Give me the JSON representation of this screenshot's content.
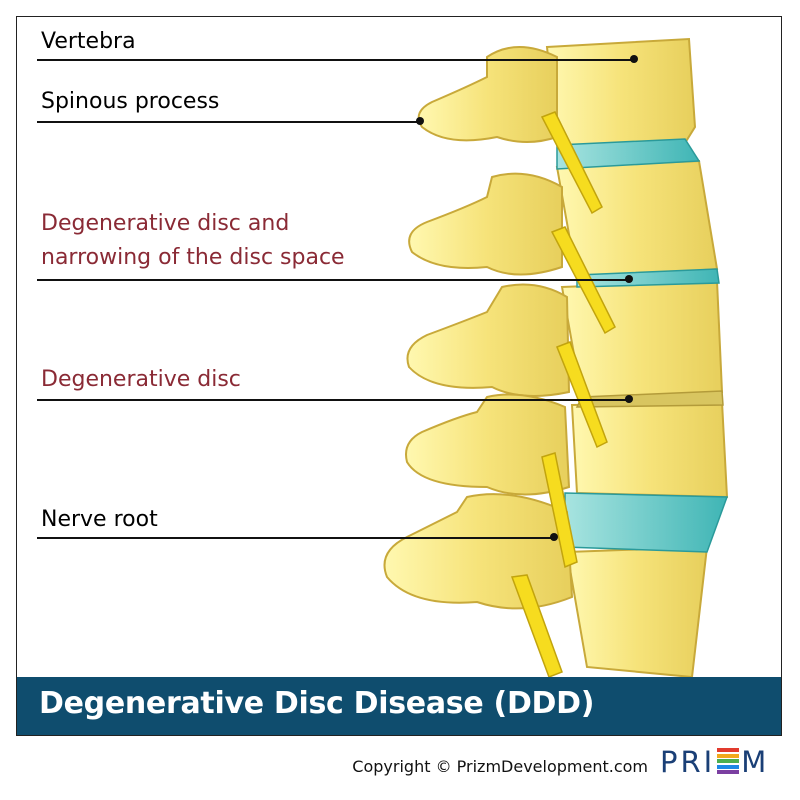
{
  "labels": {
    "vertebra": "Vertebra",
    "spinous_process": "Spinous process",
    "degenerative_narrowing_line1": "Degenerative disc and",
    "degenerative_narrowing_line2": "narrowing of the disc space",
    "degenerative_disc": "Degenerative disc",
    "nerve_root": "Nerve root"
  },
  "title": "Degenerative Disc Disease (DDD)",
  "copyright": "Copyright © PrizmDevelopment.com",
  "logo": {
    "left": "PRI",
    "right": "M"
  },
  "colors": {
    "label_dark": "#111111",
    "label_highlight": "#8a2a35",
    "banner": "#0f4d6e",
    "bone": "#f4e27a",
    "disc": "#7fd3d0",
    "nerve": "#f6dc1f",
    "logo_bars": [
      "#e23b2e",
      "#f2a91c",
      "#4caf50",
      "#1e88e5",
      "#7b3fa1"
    ]
  }
}
